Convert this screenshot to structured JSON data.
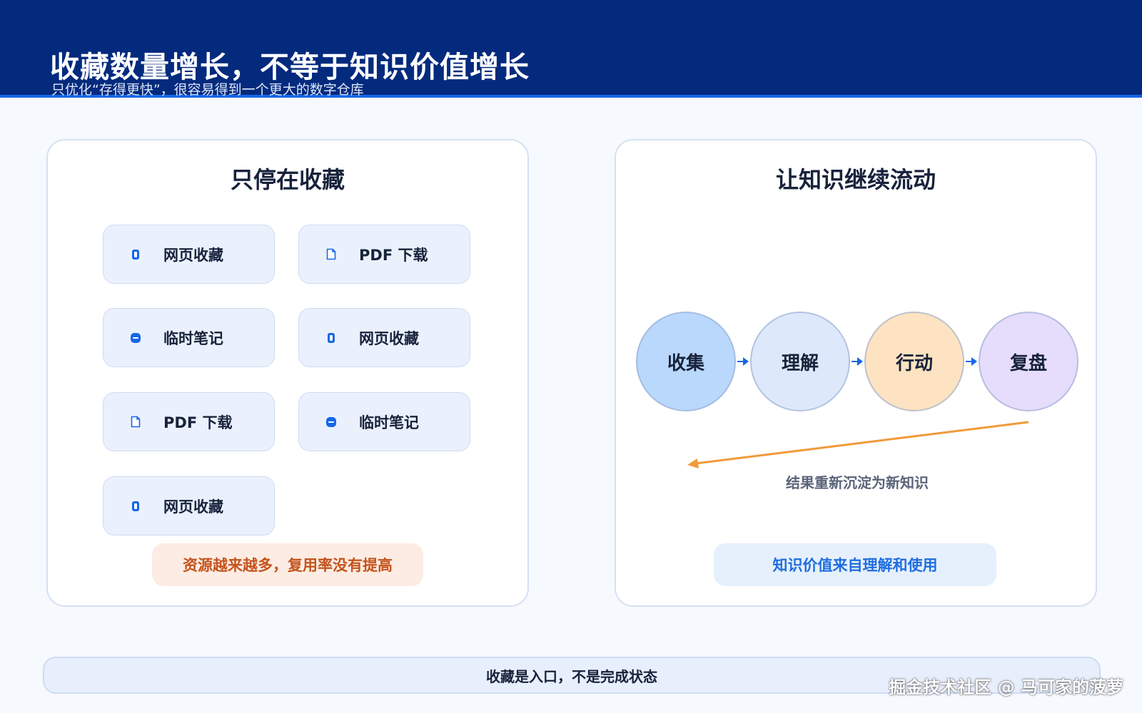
{
  "header": {
    "title": "收藏数量增长，不等于知识价值增长",
    "subtitle": "只优化“存得更快”，很容易得到一个更大的数字仓库"
  },
  "left_panel": {
    "title": "只停在收藏",
    "items": [
      {
        "label": "网页收藏",
        "icon": "bookmark-icon"
      },
      {
        "label": "PDF 下载",
        "icon": "document-icon"
      },
      {
        "label": "临时笔记",
        "icon": "note-icon"
      },
      {
        "label": "网页收藏",
        "icon": "bookmark-icon"
      },
      {
        "label": "PDF 下载",
        "icon": "document-icon"
      },
      {
        "label": "临时笔记",
        "icon": "note-icon"
      },
      {
        "label": "网页收藏",
        "icon": "bookmark-icon"
      }
    ],
    "warning": "资源越来越多，复用率没有提高"
  },
  "right_panel": {
    "title": "让知识继续流动",
    "steps": [
      {
        "label": "收集",
        "color": "#b9d8fb"
      },
      {
        "label": "理解",
        "color": "#dde9fb"
      },
      {
        "label": "行动",
        "color": "#fde3c1"
      },
      {
        "label": "复盘",
        "color": "#e6dcfb"
      }
    ],
    "loop_caption": "结果重新沉淀为新知识",
    "conclusion": "知识价值来自理解和使用"
  },
  "footer": {
    "message": "收藏是入口，不是完成状态"
  },
  "watermark": "掘金技术社区 @ 马可家的菠萝",
  "colors": {
    "header_bg": "#032a7d",
    "accent_blue": "#1667e6",
    "warning_orange": "#c4531c",
    "loop_arrow": "#f29a3a"
  }
}
